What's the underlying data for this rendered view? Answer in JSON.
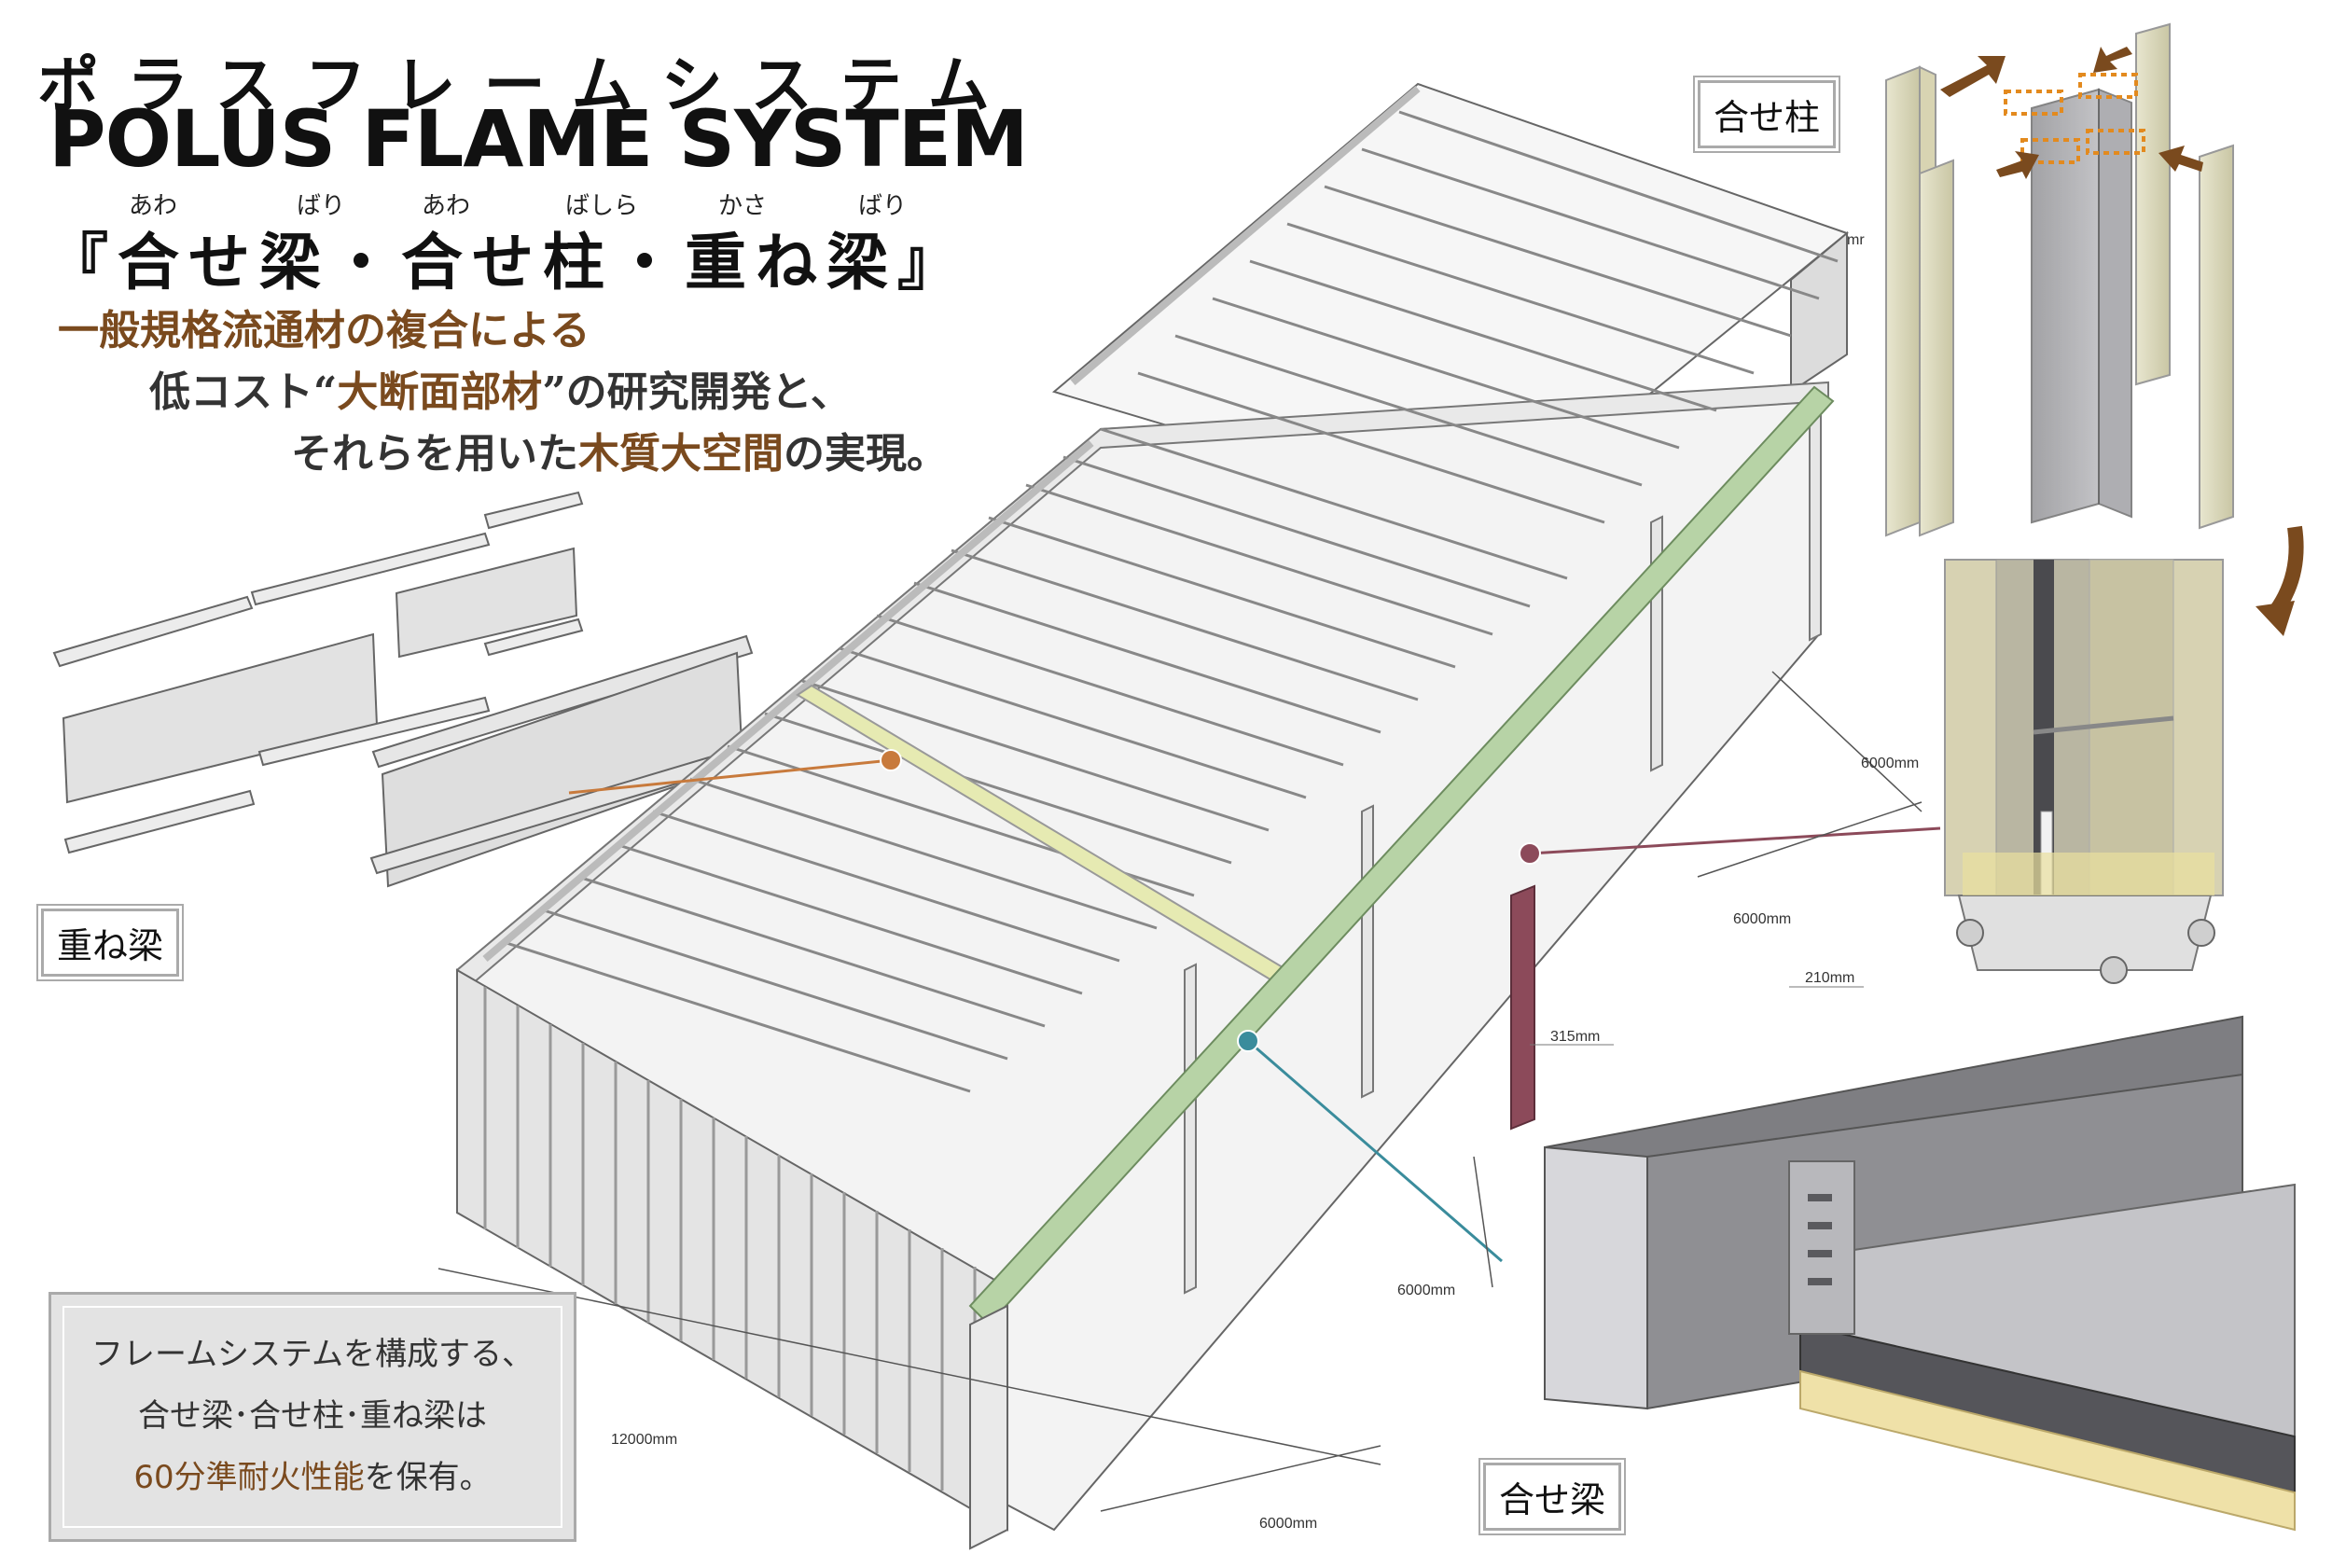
{
  "header": {
    "kana": "ポラスフレームシステム",
    "title": "POLUS FLAME SYSTEM",
    "subtitle": "『合せ梁・合せ柱・重ね梁』",
    "ruby": [
      "あわ",
      "ばり",
      "あわ",
      "ばしら",
      "かさ",
      "ばり"
    ]
  },
  "tagline": {
    "line1": "一般規格流通材の複合による",
    "line2_pre": "低コスト“",
    "line2_hl": "大断面部材",
    "line2_post": "”の研究開発と、",
    "line3_pre": "それらを用いた",
    "line3_hl": "木質大空間",
    "line3_post": "の実現。"
  },
  "labels": {
    "composite_column": "合せ柱",
    "stacked_beam": "重ね梁",
    "composite_beam": "合せ梁"
  },
  "dimensions": {
    "d1": "6000mm",
    "d2": "6000mm",
    "d3": "6000mm",
    "d4": "6000mm",
    "d5": "12000mm",
    "d6": "mr",
    "d7": "315mm",
    "d8": "210mm"
  },
  "note": {
    "line1": "フレームシステムを構成する、",
    "line2": "合せ梁･合せ柱･重ね梁は",
    "line3_hl": "60分準耐火性能",
    "line3_post": "を保有。"
  },
  "colors": {
    "accent_brown": "#7a4a1e",
    "beam_green": "#b7d3a6",
    "beam_yellow": "#e6eab2",
    "column_purple": "#8c4a5a",
    "leader_orange": "#c87a3c",
    "leader_teal": "#3a8c9c",
    "leader_maroon": "#8c4a5a"
  }
}
